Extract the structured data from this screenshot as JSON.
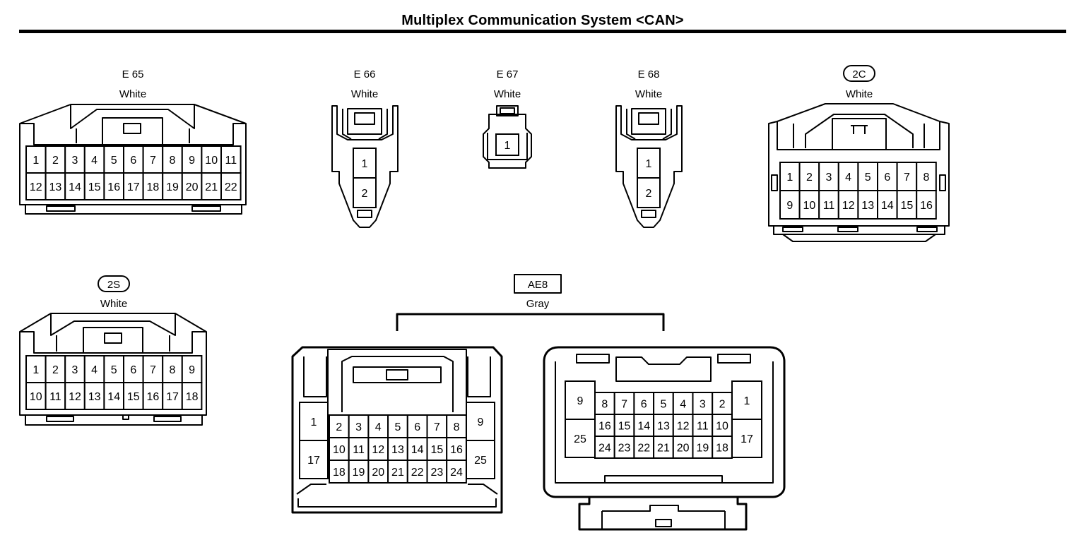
{
  "page_title": "Multiplex Communication System <CAN>",
  "connectors": {
    "e65": {
      "code": "E 65",
      "color": "White",
      "rows": [
        [
          "1",
          "2",
          "3",
          "4",
          "5",
          "6",
          "7",
          "8",
          "9",
          "10",
          "11"
        ],
        [
          "12",
          "13",
          "14",
          "15",
          "16",
          "17",
          "18",
          "19",
          "20",
          "21",
          "22"
        ]
      ]
    },
    "e66": {
      "code": "E 66",
      "color": "White",
      "pins": [
        "1",
        "2"
      ]
    },
    "e67": {
      "code": "E 67",
      "color": "White",
      "pins": [
        "1"
      ]
    },
    "e68": {
      "code": "E 68",
      "color": "White",
      "pins": [
        "1",
        "2"
      ]
    },
    "c2c": {
      "code": "2C",
      "color": "White",
      "rows": [
        [
          "1",
          "2",
          "3",
          "4",
          "5",
          "6",
          "7",
          "8"
        ],
        [
          "9",
          "10",
          "11",
          "12",
          "13",
          "14",
          "15",
          "16"
        ]
      ]
    },
    "c2s": {
      "code": "2S",
      "color": "White",
      "rows": [
        [
          "1",
          "2",
          "3",
          "4",
          "5",
          "6",
          "7",
          "8",
          "9"
        ],
        [
          "10",
          "11",
          "12",
          "13",
          "14",
          "15",
          "16",
          "17",
          "18"
        ]
      ]
    },
    "ae8": {
      "code": "AE8",
      "color": "Gray",
      "left": {
        "big_top": "1",
        "big_bottom": "17",
        "big_right_top": "9",
        "big_right_bottom": "25",
        "rows": [
          [
            "2",
            "3",
            "4",
            "5",
            "6",
            "7",
            "8"
          ],
          [
            "10",
            "11",
            "12",
            "13",
            "14",
            "15",
            "16"
          ],
          [
            "18",
            "19",
            "20",
            "21",
            "22",
            "23",
            "24"
          ]
        ]
      },
      "right": {
        "big_top": "1",
        "big_bottom": "17",
        "big_left_top": "9",
        "big_left_bottom": "25",
        "rows": [
          [
            "8",
            "7",
            "6",
            "5",
            "4",
            "3",
            "2"
          ],
          [
            "16",
            "15",
            "14",
            "13",
            "12",
            "11",
            "10"
          ],
          [
            "24",
            "23",
            "22",
            "21",
            "20",
            "19",
            "18"
          ]
        ]
      }
    }
  }
}
